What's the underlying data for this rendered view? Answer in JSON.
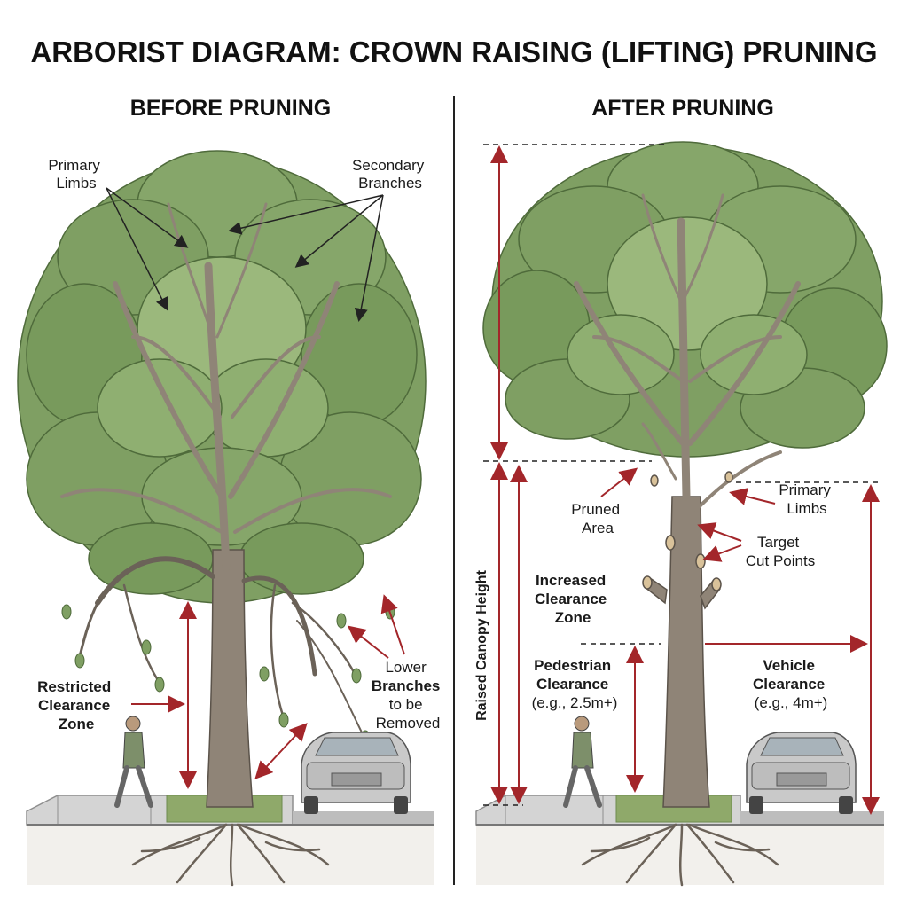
{
  "title": "ARBORIST DIAGRAM: CROWN RAISING (LIFTING) PRUNING",
  "panels": {
    "before": {
      "heading": "BEFORE PRUNING",
      "labels": {
        "primary_limbs": [
          "Primary",
          "Limbs"
        ],
        "secondary_branches": [
          "Secondary",
          "Branches"
        ],
        "restricted_zone": [
          "Restricted",
          "Clearance",
          "Zone"
        ],
        "lower_branches": [
          "Lower",
          "Branches",
          "to be",
          "Removed"
        ]
      }
    },
    "after": {
      "heading": "AFTER PRUNING",
      "labels": {
        "pruned_area": [
          "Pruned",
          "Area"
        ],
        "primary_limbs": [
          "Primary",
          "Limbs"
        ],
        "target_cut_points": [
          "Target",
          "Cut Points"
        ],
        "increased_zone": [
          "Increased",
          "Clearance",
          "Zone"
        ],
        "pedestrian_clearance": [
          "Pedestrian",
          "Clearance",
          "(e.g., 2.5m+)"
        ],
        "vehicle_clearance": [
          "Vehicle",
          "Clearance",
          "(e.g., 4m+)"
        ],
        "raised_canopy_height": "Raised Canopy Height"
      }
    }
  },
  "colors": {
    "foliage": "#7f9f63",
    "foliage_dark": "#5e7f48",
    "foliage_light": "#9bb87c",
    "trunk": "#8f8477",
    "trunk_dark": "#6b6258",
    "arrow_red": "#a3262a",
    "sidewalk": "#cfcfcf",
    "grass": "#8fa96a",
    "car": "#bdbdbd"
  }
}
